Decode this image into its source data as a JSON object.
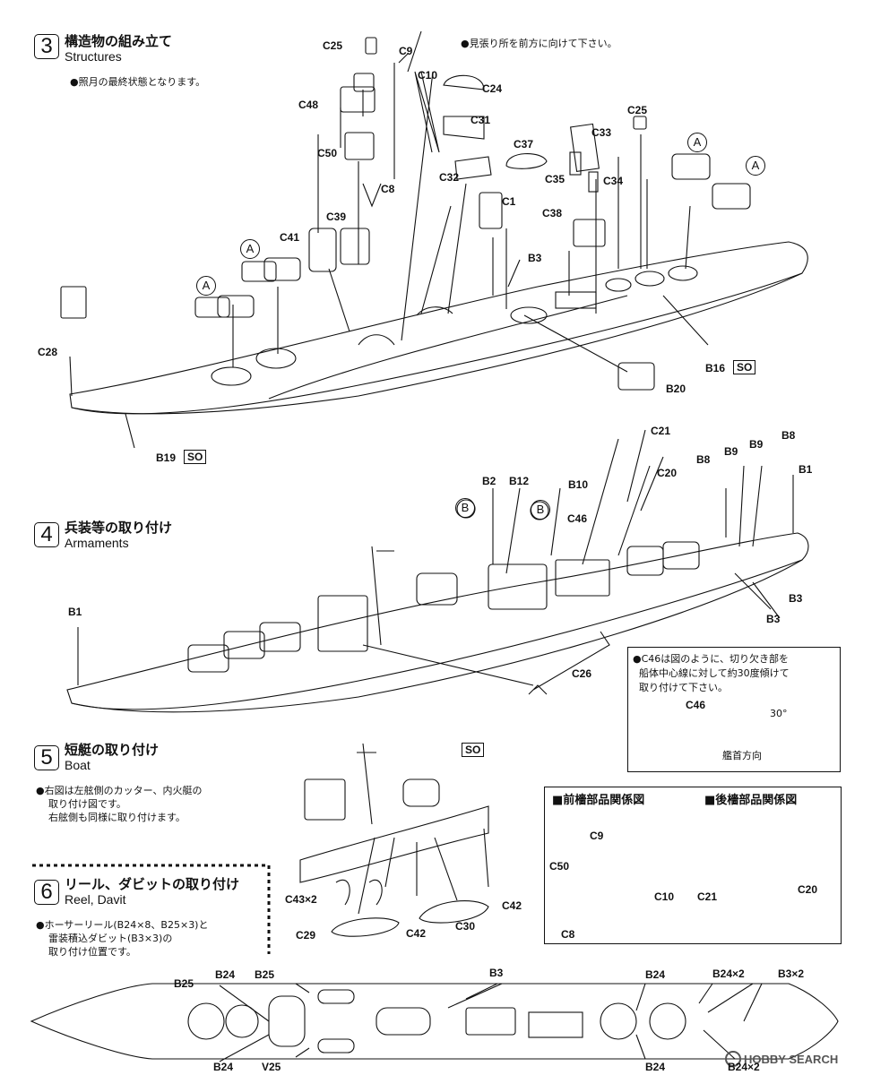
{
  "step3": {
    "num": "3",
    "jp": "構造物の組み立て",
    "en": "Structures",
    "note": "●照月の最終状態となります。",
    "callout": "●見張り所を前方に向けて下さい。"
  },
  "step4": {
    "num": "4",
    "jp": "兵装等の取り付け",
    "en": "Armaments"
  },
  "step5": {
    "num": "5",
    "jp": "短艇の取り付け",
    "en": "Boat",
    "note1": "●右図は左舷側のカッター、内火艇の",
    "note2": "取り付け図です。",
    "note3": "右舷側も同様に取り付けます。"
  },
  "step6": {
    "num": "6",
    "jp": "リール、ダビットの取り付け",
    "en": "Reel, Davit",
    "note1": "●ホーサーリール(B24×8、B25×3)と",
    "note2": "雷装積込ダビット(B3×3)の",
    "note3": "取り付け位置です。"
  },
  "c46box": {
    "line1": "●C46は図のように、切り欠き部を",
    "line2": "船体中心線に対して約30度傾けて",
    "line3": "取り付けて下さい。",
    "part": "C46",
    "angle": "30°",
    "direction": "艦首方向"
  },
  "fore_mast": {
    "title": "■前檣部品関係図",
    "c9": "C9",
    "c50": "C50",
    "c10": "C10",
    "c8": "C8"
  },
  "aft_mast": {
    "title": "■後檣部品関係図",
    "c21": "C21",
    "c20": "C20"
  },
  "circle_A": "A",
  "circle_B": "B",
  "so": "SO",
  "labels3": {
    "c25a": "C25",
    "c9": "C9",
    "c10": "C10",
    "c24": "C24",
    "c48": "C48",
    "c31": "C31",
    "c37": "C37",
    "c33": "C33",
    "c25b": "C25",
    "c50": "C50",
    "c32": "C32",
    "c35": "C35",
    "c34": "C34",
    "c8": "C8",
    "c1": "C1",
    "c38": "C38",
    "c41": "C41",
    "c39": "C39",
    "b3": "B3",
    "c28": "C28",
    "b16": "B16",
    "b20": "B20",
    "b19": "B19"
  },
  "labels4": {
    "c21": "C21",
    "b8a": "B8",
    "b9a": "B9",
    "b9b": "B9",
    "b8b": "B8",
    "b1a": "B1",
    "c20": "C20",
    "b2": "B2",
    "b12": "B12",
    "b10": "B10",
    "c46": "C46",
    "b1b": "B1",
    "c26": "C26",
    "b3a": "B3",
    "b3b": "B3"
  },
  "labels5": {
    "c43": "C43×2",
    "c29": "C29",
    "c42a": "C42",
    "c30": "C30",
    "c42b": "C42"
  },
  "labels6": {
    "b25a": "B25",
    "b24a": "B24",
    "b25b": "B25",
    "b3a": "B3",
    "b24b": "B24",
    "b24x2a": "B24×2",
    "b3x2": "B3×2",
    "b24c": "B24",
    "v25": "V25",
    "b24d": "B24",
    "b24x2b": "B24×2"
  },
  "watermark": "HOBBY SEARCH"
}
